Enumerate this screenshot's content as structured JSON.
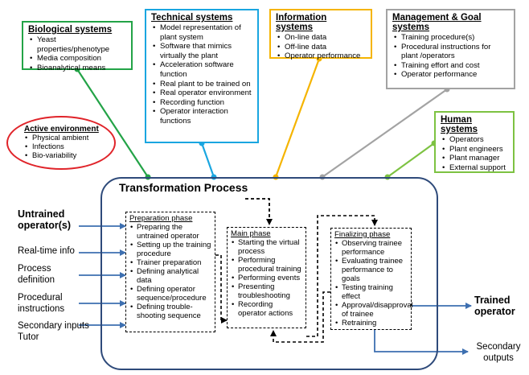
{
  "biological": {
    "title": "Biological systems",
    "items": [
      "Yeast properties/phenotype",
      "Media composition",
      "Bioanalytical means"
    ],
    "color": "#23a347"
  },
  "technical": {
    "title": "Technical systems",
    "items": [
      "Model representation of plant system",
      "Software that mimics virtually the plant",
      "Acceleration software function",
      "Real plant to be trained on",
      "Real operator environment",
      "Recording function",
      "Operator interaction functions"
    ],
    "color": "#1aa6e0"
  },
  "information": {
    "title": "Information systems",
    "items": [
      "On-line data",
      "Off-line data",
      "Operator performance"
    ],
    "color": "#f5b400"
  },
  "management": {
    "title": "Management & Goal systems",
    "items": [
      "Training procedure(s)",
      "Procedural instructions for plant /operators",
      "Training effort and cost",
      "Operator performance"
    ],
    "color": "#a3a3a3"
  },
  "human": {
    "title": "Human systems",
    "items": [
      "Operators",
      "Plant engineers",
      "Plant manager",
      "External support"
    ],
    "color": "#7dc242"
  },
  "active": {
    "title": "Active environment",
    "items": [
      "Physical ambient",
      "Infections",
      "Bio-variability"
    ],
    "color": "#e0242a"
  },
  "transformation": {
    "title": "Transformation Process",
    "color": "#2e4a7a"
  },
  "preparation": {
    "title": "Preparation phase",
    "items": [
      "Preparing the untrained operator",
      "Setting up the training procedure",
      "Trainer preparation",
      "Defining analytical data",
      "Defining operator sequence/procedure",
      "Defining trouble-shooting sequence"
    ]
  },
  "main_phase": {
    "title": "Main phase",
    "items": [
      "Starting the virtual process",
      "Performing procedural training",
      "Performing events",
      "Presenting troubleshooting",
      "Recording operator actions"
    ]
  },
  "finalizing": {
    "title": "Finalizing phase",
    "items": [
      "Observing trainee performance",
      "Evaluating trainee performance to goals",
      "Testing training effect",
      "Approval/disapproval of trainee",
      "Retraining"
    ]
  },
  "inputs": {
    "untrained": "Untrained operator(s)",
    "realtime": "Real-time info",
    "process_def": "Process definition",
    "procedural": "Procedural instructions",
    "secondary_inputs": "Secondary inputs",
    "tutor": "Tutor"
  },
  "outputs": {
    "trained": "Trained operator",
    "secondary": "Secondary outputs"
  },
  "arrow_color": "#3d6fb0"
}
